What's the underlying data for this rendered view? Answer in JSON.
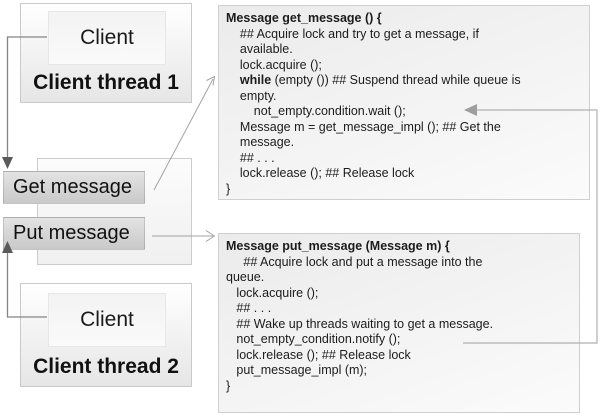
{
  "thread1": {
    "client_label": "Client",
    "caption": "Client thread 1"
  },
  "thread2": {
    "client_label": "Client",
    "caption": "Client thread 2"
  },
  "queue": {
    "get_label": "Get message",
    "put_label": "Put message"
  },
  "code_get": {
    "lines": [
      {
        "bold": "Message get_message () {",
        "text": ""
      },
      {
        "bold": "",
        "text": "    ## Acquire lock and try to get a message, if"
      },
      {
        "bold": "",
        "text": "    available."
      },
      {
        "bold": "",
        "text": "    lock.acquire ();"
      },
      {
        "bold": "    while",
        "text": " (empty ()) ## Suspend thread while queue is"
      },
      {
        "bold": "",
        "text": "    empty."
      },
      {
        "bold": "",
        "text": "        not_empty.condition.wait ();"
      },
      {
        "bold": "",
        "text": "    Message m = get_message_impl (); ## Get the"
      },
      {
        "bold": "",
        "text": "    message."
      },
      {
        "bold": "",
        "text": "    ## . . ."
      },
      {
        "bold": "",
        "text": "    lock.release (); ## Release lock"
      },
      {
        "bold": "",
        "text": "}"
      }
    ]
  },
  "code_put": {
    "lines": [
      {
        "bold": "Message put_message (Message m) {",
        "text": ""
      },
      {
        "bold": "",
        "text": "     ## Acquire lock and put a message into the"
      },
      {
        "bold": "",
        "text": "queue."
      },
      {
        "bold": "",
        "text": "   lock.acquire ();"
      },
      {
        "bold": "",
        "text": "   ## . . ."
      },
      {
        "bold": "",
        "text": "   ## Wake up threads waiting to get a message."
      },
      {
        "bold": "",
        "text": "   not_empty_condition.notify ();"
      },
      {
        "bold": "",
        "text": "   lock.release (); ## Release lock"
      },
      {
        "bold": "",
        "text": "   put_message_impl (m);"
      },
      {
        "bold": "",
        "text": "}"
      }
    ]
  },
  "colors": {
    "line_gray": "#858585",
    "arrowhead_dark": "#5a5a5a",
    "thin_arrow_gray": "#a3a3a3",
    "connector_light_gray": "#b0b0b0",
    "connector_head_gray": "#9e9e9e"
  }
}
